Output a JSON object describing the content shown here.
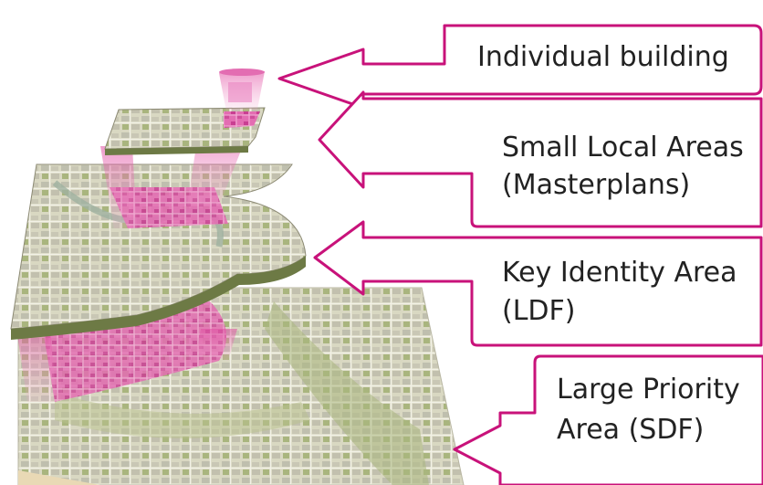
{
  "colors": {
    "accent": "#c8127a",
    "highlight": "#e55aa8",
    "map_base": "#d9d8c2",
    "map_green": "#a7b77b"
  },
  "layers": [
    {
      "id": "individual-building",
      "line1": "Individual  building",
      "line2": ""
    },
    {
      "id": "small-local-areas",
      "line1": "Small Local Areas",
      "line2": "(Masterplans)"
    },
    {
      "id": "key-identity-area",
      "line1": "Key Identity  Area",
      "line2": "(LDF)"
    },
    {
      "id": "large-priority-area",
      "line1": "Large Priority",
      "line2": "Area (SDF)"
    }
  ]
}
